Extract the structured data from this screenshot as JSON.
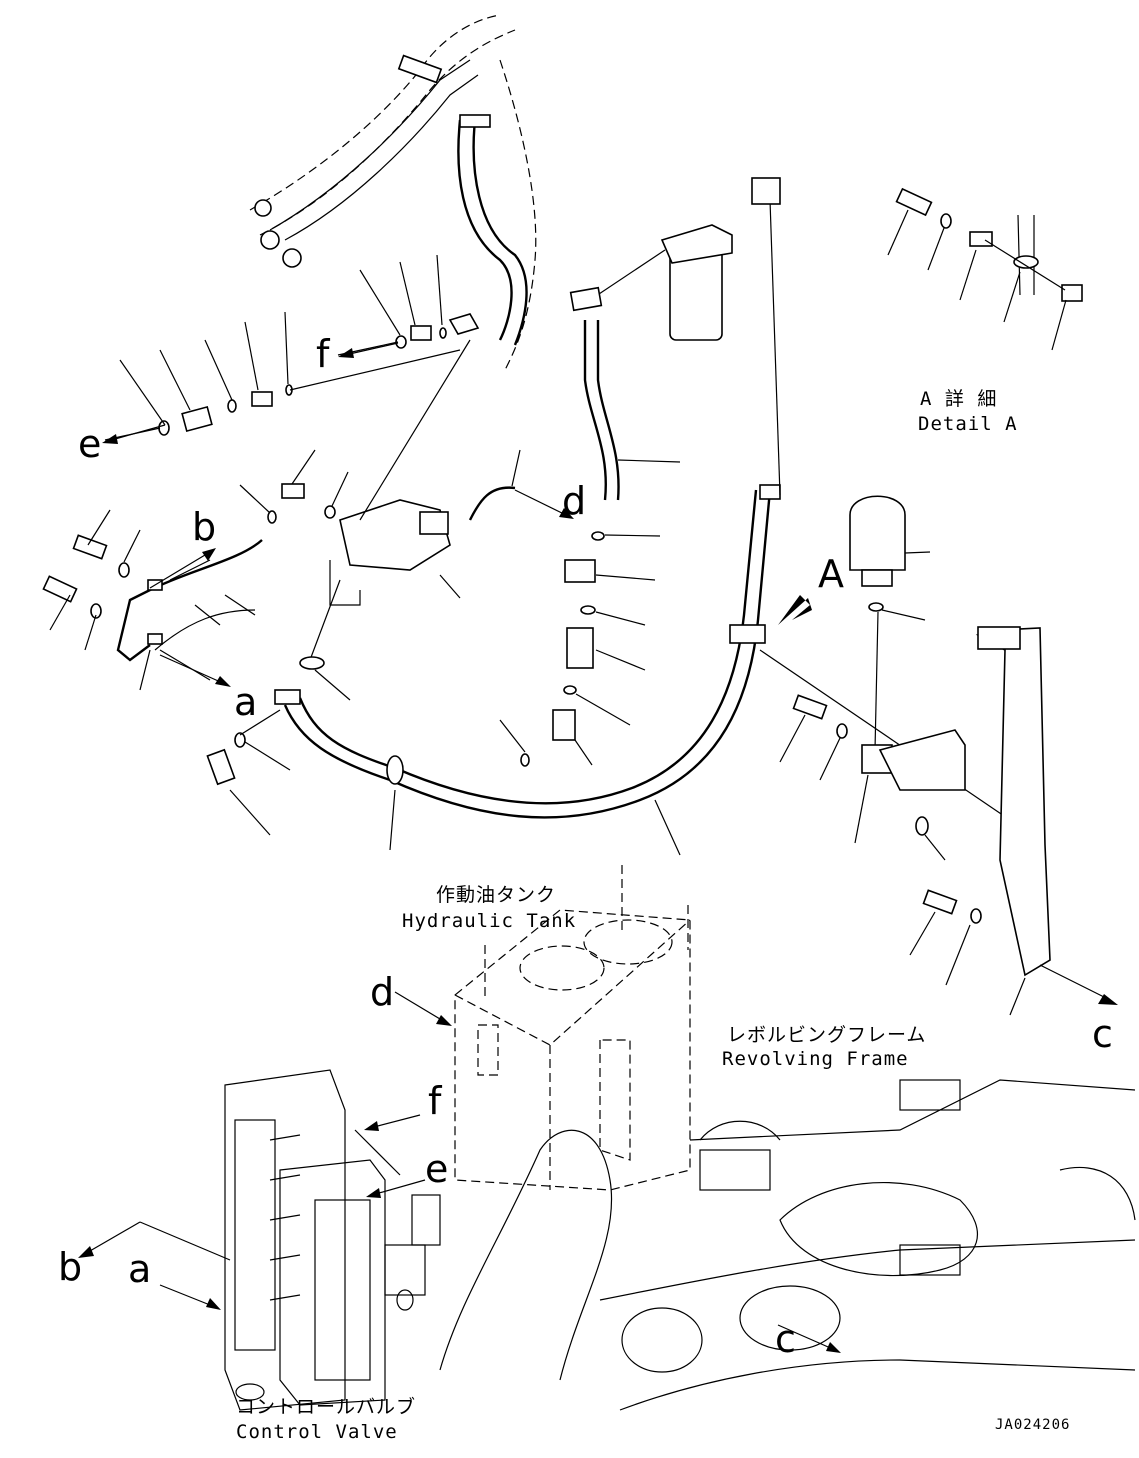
{
  "letters": {
    "e": "e",
    "f": "f",
    "b": "b",
    "a": "a",
    "d": "d",
    "A": "A",
    "c": "c",
    "d2": "d",
    "f2": "f",
    "e2": "e",
    "b2": "b",
    "a2": "a",
    "c2": "c"
  },
  "captions": {
    "detail_a_jp": "A 詳 細",
    "detail_a_en": "Detail A",
    "tank_jp": "作動油タンク",
    "tank_en": "Hydraulic Tank",
    "frame_jp": "レボルビングフレーム",
    "frame_en": "Revolving Frame",
    "valve_jp": "コントロールバルブ",
    "valve_en": "Control Valve"
  },
  "drawing_code": "JA024206"
}
